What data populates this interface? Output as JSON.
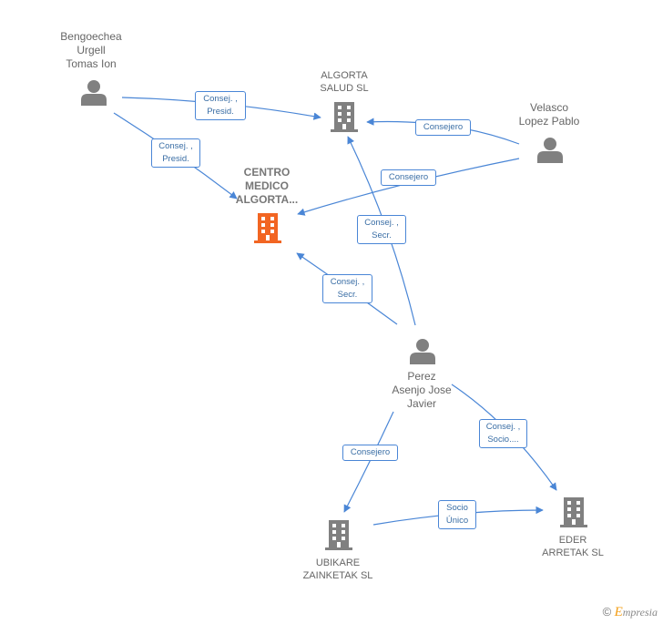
{
  "colors": {
    "edge": "#4a86d6",
    "node_gray": "#808080",
    "node_main": "#f26522"
  },
  "nodes": {
    "bengoechea": {
      "label": "Bengoechea\nUrgell\nTomas Ion",
      "kind": "person-icon"
    },
    "algorta_salud": {
      "label": "ALGORTA\nSALUD SL",
      "kind": "building-icon"
    },
    "velasco": {
      "label": "Velasco\nLopez Pablo",
      "kind": "person-icon"
    },
    "centro_medico": {
      "label": "CENTRO\nMEDICO\nALGORTA...",
      "kind": "building-icon"
    },
    "perez": {
      "label": "Perez\nAsenjo Jose\nJavier",
      "kind": "person-icon"
    },
    "ubikare": {
      "label": "UBIKARE\nZAINKETAK SL",
      "kind": "building-icon"
    },
    "eder": {
      "label": "EDER\nARRETAK SL",
      "kind": "building-icon"
    }
  },
  "edges": {
    "bengoechea_algorta": "Consej. ,\nPresid.",
    "bengoechea_centro": "Consej. ,\nPresid.",
    "velasco_algorta": "Consejero",
    "velasco_centro": "Consejero",
    "perez_algorta": "Consej. ,\nSecr.",
    "perez_centro": "Consej. ,\nSecr.",
    "perez_ubikare": "Consejero",
    "perez_eder": "Consej. ,\nSocio....",
    "ubikare_eder": "Socio\nÚnico"
  },
  "footer": {
    "copyright": "©",
    "brand_initial": "E",
    "brand_rest": "mpresia"
  }
}
